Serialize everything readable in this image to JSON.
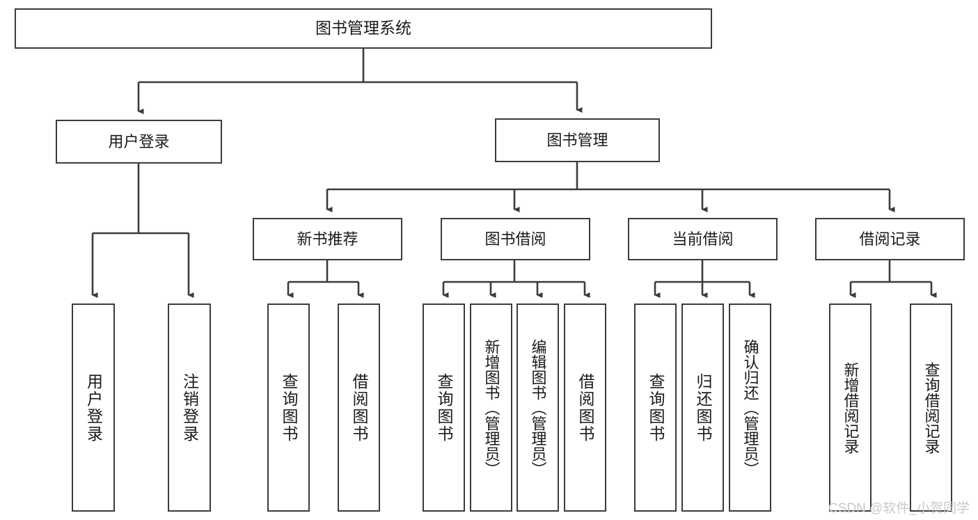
{
  "diagram": {
    "title": "图书管理系统",
    "watermark": "CSDN @软件_小贺同学",
    "colors": {
      "stroke": "#3b3b3b",
      "fill": "#ffffff",
      "text": "#1a1a1a",
      "watermark": "#c9c9c9"
    },
    "nodes": {
      "root": {
        "label": "图书管理系统"
      },
      "level2": [
        {
          "id": "user-login",
          "label": "用户登录"
        },
        {
          "id": "book-management",
          "label": "图书管理"
        }
      ],
      "level3": [
        {
          "id": "new-book-recommend",
          "label": "新书推荐"
        },
        {
          "id": "book-borrow",
          "label": "图书借阅"
        },
        {
          "id": "current-borrow",
          "label": "当前借阅"
        },
        {
          "id": "borrow-record",
          "label": "借阅记录"
        }
      ],
      "leaves": {
        "user-login": [
          {
            "id": "leaf-user-login",
            "label": "用户登录"
          },
          {
            "id": "leaf-user-logout",
            "label": "注销登录"
          }
        ],
        "new-book-recommend": [
          {
            "id": "leaf-query-book-1",
            "label": "查询图书"
          },
          {
            "id": "leaf-borrow-book-1",
            "label": "借阅图书"
          }
        ],
        "book-borrow": [
          {
            "id": "leaf-query-book-2",
            "label": "查询图书"
          },
          {
            "id": "leaf-add-book-admin",
            "label": "新增图书（管理员）"
          },
          {
            "id": "leaf-edit-book-admin",
            "label": "编辑图书（管理员）"
          },
          {
            "id": "leaf-borrow-book-2",
            "label": "借阅图书"
          }
        ],
        "current-borrow": [
          {
            "id": "leaf-query-book-3",
            "label": "查询图书"
          },
          {
            "id": "leaf-return-book",
            "label": "归还图书"
          },
          {
            "id": "leaf-confirm-return-admin",
            "label": "确认归还（管理员）"
          }
        ],
        "borrow-record": [
          {
            "id": "leaf-add-borrow-record",
            "label": "新增借阅记录"
          },
          {
            "id": "leaf-query-borrow-record",
            "label": "查询借阅记录"
          }
        ]
      }
    }
  }
}
